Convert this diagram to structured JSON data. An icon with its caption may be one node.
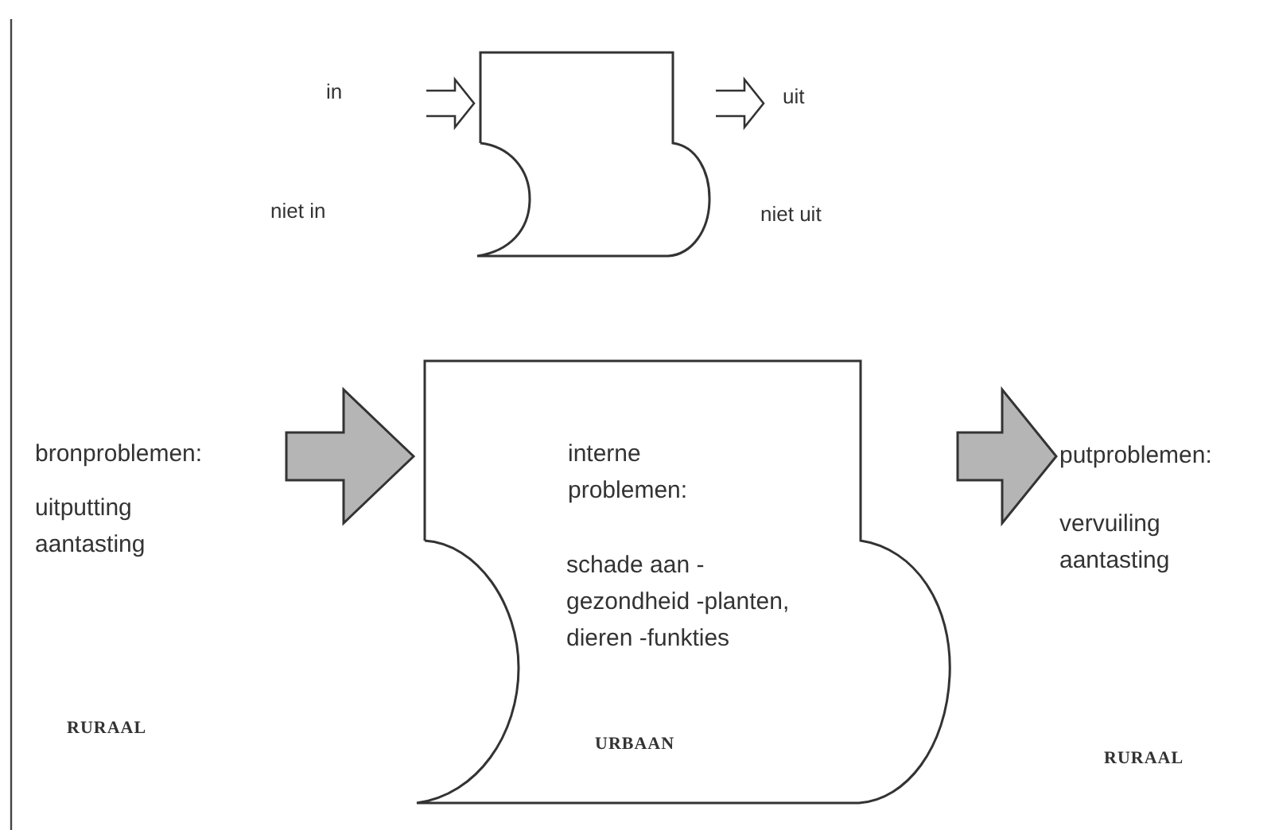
{
  "diagram": {
    "nodes": [
      {
        "text": [],
        "shape": "box"
      },
      {
        "text": [
          "bronproblemen:",
          "uitputting aantasting",
          "RURAAL"
        ]
      },
      {
        "text": [
          "interne problemen:",
          "schade aan -gezondheid -planten, dieren -funkties",
          "URBAAN"
        ]
      },
      {
        "text": [
          "putproblemen:",
          "vervuiling aantasting",
          "RURAAL"
        ]
      }
    ],
    "edges": [
      {
        "from": null,
        "to": 0,
        "arrow": "to"
      },
      {
        "from": 0,
        "to": null,
        "arrow": "to"
      },
      {
        "from": 1,
        "to": 2,
        "arrow": "to",
        "style": "thick"
      },
      {
        "from": 2,
        "to": 3,
        "arrow": "to",
        "style": "thick"
      }
    ],
    "labels": [
      "in",
      "niet in",
      "uit",
      "niet uit"
    ]
  }
}
